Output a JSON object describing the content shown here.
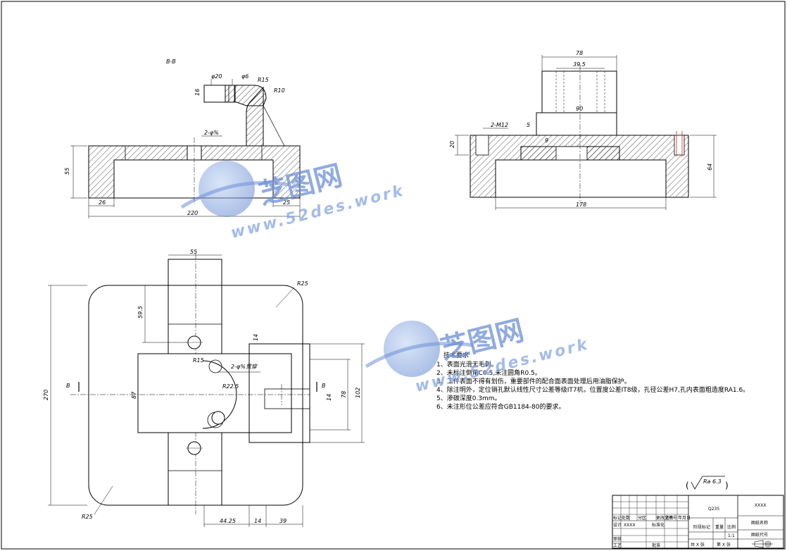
{
  "section_view": {
    "title": "B-B",
    "dims": {
      "d_phi20": "φ20",
      "d_phi6": "φ6",
      "d_r15": "R15",
      "d_r10": "R10",
      "d_16": "16",
      "d_holes": "2-φ%",
      "d_55": "55",
      "d_26": "26",
      "d_25": "25",
      "d_220": "220"
    }
  },
  "front_view": {
    "dims": {
      "d_78": "78",
      "d_39_5": "39.5",
      "d_90": "90",
      "d_m12": "2-M12",
      "d_5": "5",
      "d_9": "9",
      "d_20": "20",
      "d_64": "64",
      "d_178": "178"
    }
  },
  "plan_view": {
    "dims": {
      "d_55": "55",
      "d_59_5": "59.5",
      "d_r25_top": "R25",
      "d_r25_bottom": "R25",
      "d_270": "270",
      "d_14_top": "14",
      "d_r15": "R15",
      "d_holes": "2-φ%贯穿",
      "d_r22_5": "R22.5",
      "d_87": "87",
      "d_14_mid": "14",
      "d_78": "78",
      "d_102": "102",
      "d_44_25": "44.25",
      "d_14_bottom": "14",
      "d_39": "39",
      "section_left": "B",
      "section_right": "B"
    }
  },
  "tech_requirements": {
    "title": "技术要求",
    "items": [
      "1、表面光滑无毛刺。",
      "2、未标注倒角C0.5,未注圆角R0.5。",
      "3、工件表面不得有划伤，重要部件的配合面表面处理后用油脂保护。",
      "4、除注明外，定位销孔默认线性尺寸公差等级IT7机，位置度公差IT8级，孔径公差H7,孔内表面粗造度RA1.6。",
      "5、渗碳深度0.3mm。",
      "6、未注形位公差应符合GB1184-80的要求。"
    ]
  },
  "roughness": {
    "symbol": "Ra 6.3"
  },
  "title_block": {
    "material": "Q235",
    "company": "XXXX",
    "drawing_name": "图纸名称",
    "drawing_code": "图纸代号",
    "scale": "1:1",
    "stage_mark": "阶段标记",
    "weight": "重量",
    "scale_label": "比例",
    "sheets_total": "共 X 张",
    "sheet_no": "第 X 张",
    "designer": "设计",
    "designer_name": "XXXX",
    "standardize": "标准化",
    "review": "审核",
    "process": "工艺",
    "approve": "批准",
    "mark": "标记",
    "count": "处数",
    "partition": "分区",
    "change_no": "更改文件号",
    "sign": "签名",
    "date": "年月日"
  },
  "watermarks": [
    {
      "cn": "芝图网",
      "en": "www.52des.work"
    },
    {
      "cn": "芝图网",
      "en": "www.52des.work"
    }
  ]
}
